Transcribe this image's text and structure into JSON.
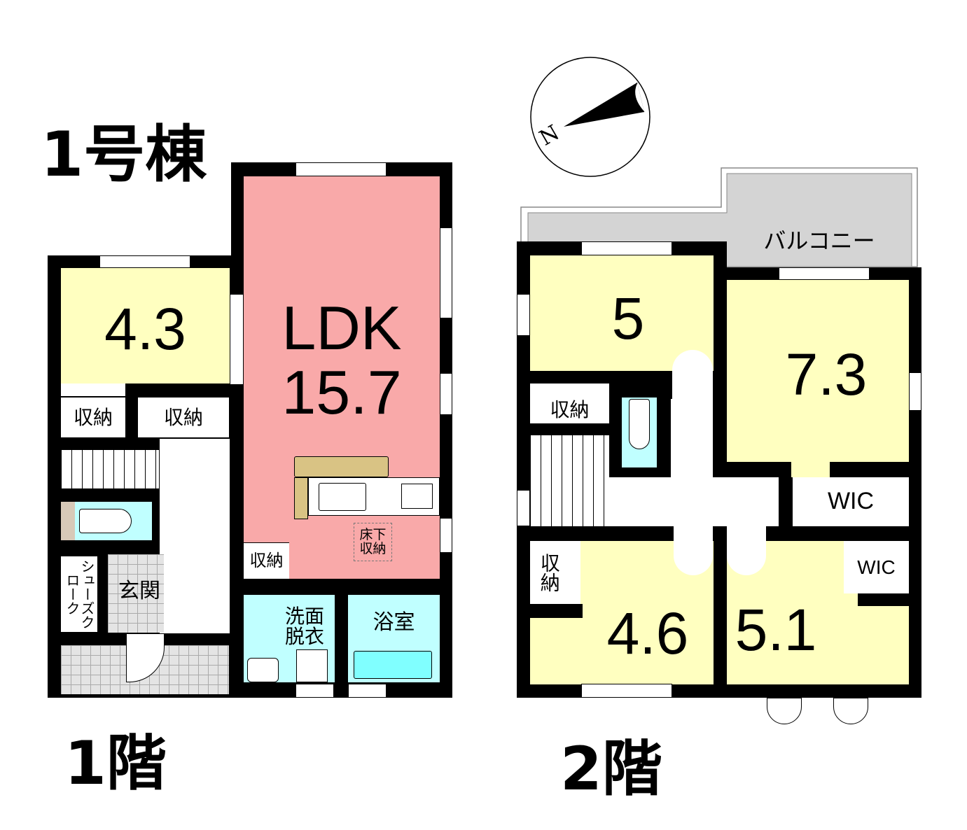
{
  "building_title": "1号棟",
  "floor1": {
    "label": "1階",
    "rooms": {
      "western_4_3": "4.3",
      "ldk_name": "LDK",
      "ldk_size": "15.7",
      "storage_a": "収納",
      "storage_b": "収納",
      "storage_c": "収納",
      "underfloor_storage": "床下収納",
      "shoe_cloak": "シューズクローク",
      "entrance": "玄関",
      "washroom": "洗面脱衣",
      "bathroom": "浴室"
    }
  },
  "floor2": {
    "label": "2階",
    "rooms": {
      "balcony": "バルコニー",
      "western_5": "5",
      "western_7_3": "7.3",
      "wic_a": "WIC",
      "storage_a": "収納",
      "western_4_6": "4.6",
      "storage_b": "収納",
      "western_5_1": "5.1",
      "wic_b": "WIC"
    }
  },
  "compass": {
    "north_label": "N"
  },
  "colors": {
    "ldk": "#f9a9a9",
    "room": "#ffffc0",
    "wet": "#c0ffff",
    "balcony": "#d4d4d4",
    "counter": "#d9c384"
  }
}
